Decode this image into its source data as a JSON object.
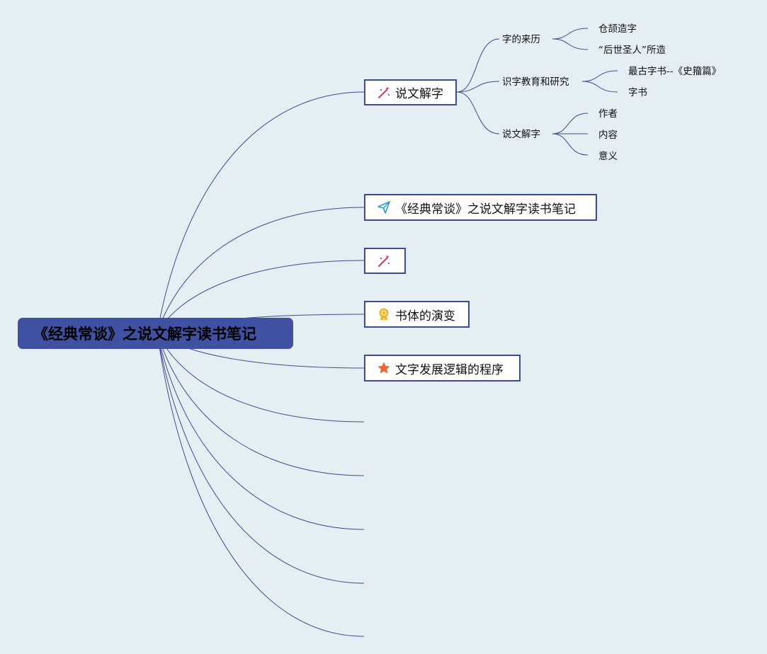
{
  "root": {
    "label": "《经典常谈》之说文解字读书笔记"
  },
  "topics": [
    {
      "label": "说文解字",
      "icon": "magic-wand-icon",
      "children": [
        {
          "label": "字的来历",
          "children": [
            {
              "label": "仓颉造字"
            },
            {
              "label": "“后世圣人”所造"
            }
          ]
        },
        {
          "label": "识字教育和研究",
          "children": [
            {
              "label": "最古字书--《史籀篇》"
            },
            {
              "label": "字书"
            }
          ]
        },
        {
          "label": "说文解字",
          "children": [
            {
              "label": "作者"
            },
            {
              "label": "内容"
            },
            {
              "label": "意义"
            }
          ]
        }
      ]
    },
    {
      "label": "《经典常谈》之说文解字读书笔记",
      "icon": "paper-plane-icon"
    },
    {
      "label": "",
      "icon": "magic-wand-icon"
    },
    {
      "label": "书体的演变",
      "icon": "award-ribbon-icon"
    },
    {
      "label": "文字发展逻辑的程序",
      "icon": "star-icon"
    }
  ],
  "colors": {
    "background": "#e5eef2",
    "root_fill": "#3f51a0",
    "connector": "#3d4b93",
    "topic_border": "#3d4b93",
    "wand_icon": "#d9345f",
    "plane_icon": "#2a9ad6",
    "award_icon": "#f0b429",
    "star_icon": "#e8673a"
  }
}
